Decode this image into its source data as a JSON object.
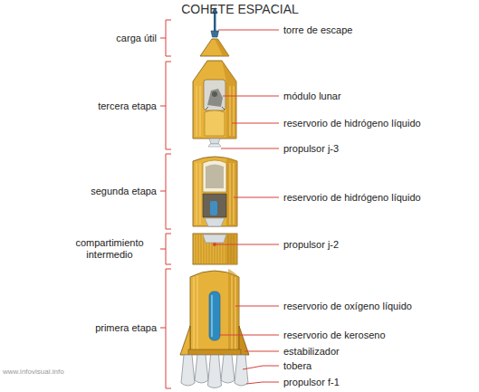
{
  "diagram": {
    "title": "COHETE ESPACIAL",
    "labels": [
      "torre de escape",
      "carga útil",
      "módulo lunar",
      "tercera etapa",
      "reservorio de hidrógeno líquido",
      "propulsor j-3",
      "segunda etapa",
      "reservorio de hidrógeno líquido",
      "propulsor j-2",
      "compartimiento intermedio",
      "reservorio de oxígeno líquido",
      "primera etapa",
      "reservorio de keroseno",
      "estabilizador",
      "www.infovisual.info",
      "tobera",
      "propulsor f-1"
    ]
  }
}
